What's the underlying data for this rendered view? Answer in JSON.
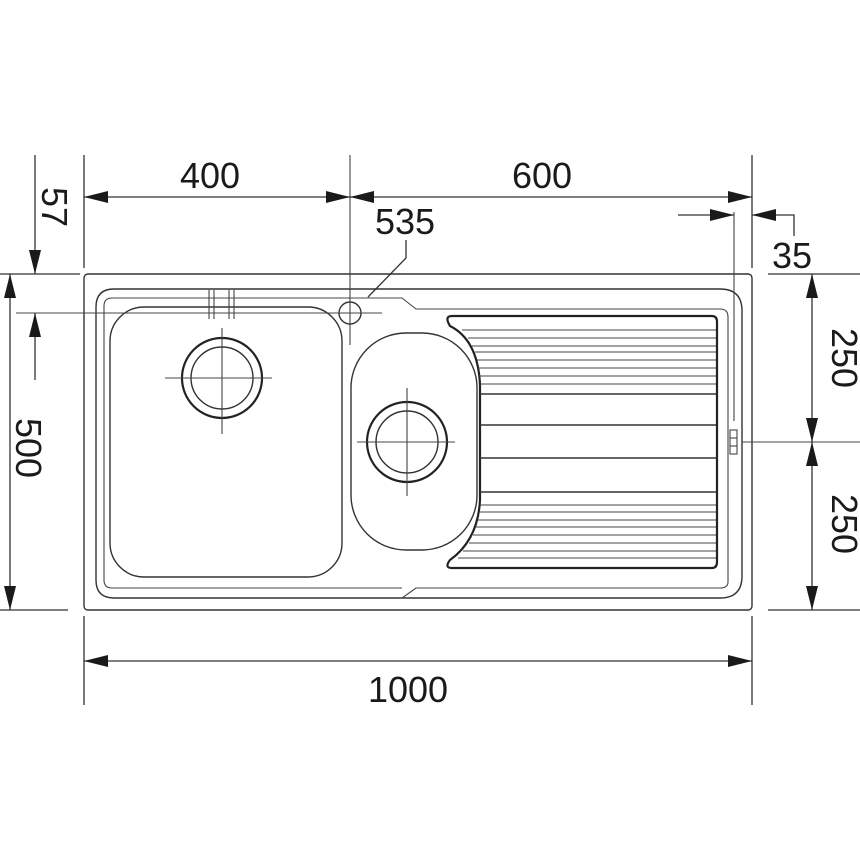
{
  "diagram": {
    "type": "technical-drawing",
    "subject": "inset kitchen sink, 1.5 bowl with drainer (top view)",
    "units": "mm",
    "colors": {
      "line": "#333333",
      "background": "#ffffff",
      "text": "#1a1a1a"
    }
  },
  "dimensions": {
    "overall_width": "1000",
    "overall_depth": "500",
    "bowl_section_width": "400",
    "drainer_section_width": "600",
    "tap_hole_offset": "535",
    "edge_offset_right": "35",
    "edge_offset_top": "57",
    "upper_half_depth": "250",
    "lower_half_depth": "250"
  },
  "components": [
    {
      "id": "main-bowl",
      "label": "main bowl"
    },
    {
      "id": "main-waste",
      "label": "main bowl waste outlet"
    },
    {
      "id": "half-bowl",
      "label": "half bowl"
    },
    {
      "id": "half-waste",
      "label": "half bowl waste outlet"
    },
    {
      "id": "tap-hole",
      "label": "tap hole"
    },
    {
      "id": "drainer",
      "label": "ribbed drainer"
    },
    {
      "id": "overflow",
      "label": "overflow slot"
    }
  ]
}
